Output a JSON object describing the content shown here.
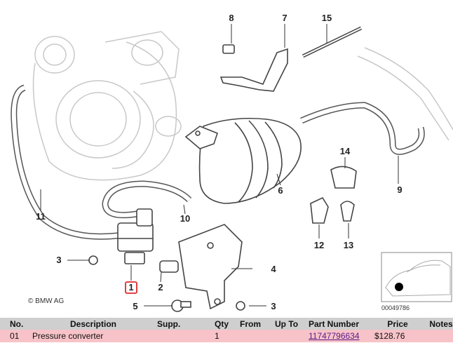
{
  "diagram": {
    "watermark": "© BMW AG",
    "image_id": "00049786",
    "callouts": [
      "1",
      "2",
      "3",
      "3",
      "4",
      "5",
      "6",
      "7",
      "8",
      "9",
      "10",
      "11",
      "12",
      "13",
      "14",
      "15"
    ],
    "highlighted_callout": "1"
  },
  "table": {
    "headers": [
      "No.",
      "Description",
      "Supp.",
      "Qty",
      "From",
      "Up To",
      "Part Number",
      "Price",
      "Notes"
    ],
    "rows": [
      {
        "no": "01",
        "description": "Pressure converter",
        "supp": "",
        "qty": "1",
        "from": "",
        "upto": "",
        "part_number": "11747796634",
        "price": "$128.76",
        "notes": ""
      }
    ]
  },
  "colors": {
    "header_bg": "#cfcfcf",
    "row_bg": "#f7c3c8",
    "highlight": "#e0282e",
    "link": "#5a1a8c"
  }
}
